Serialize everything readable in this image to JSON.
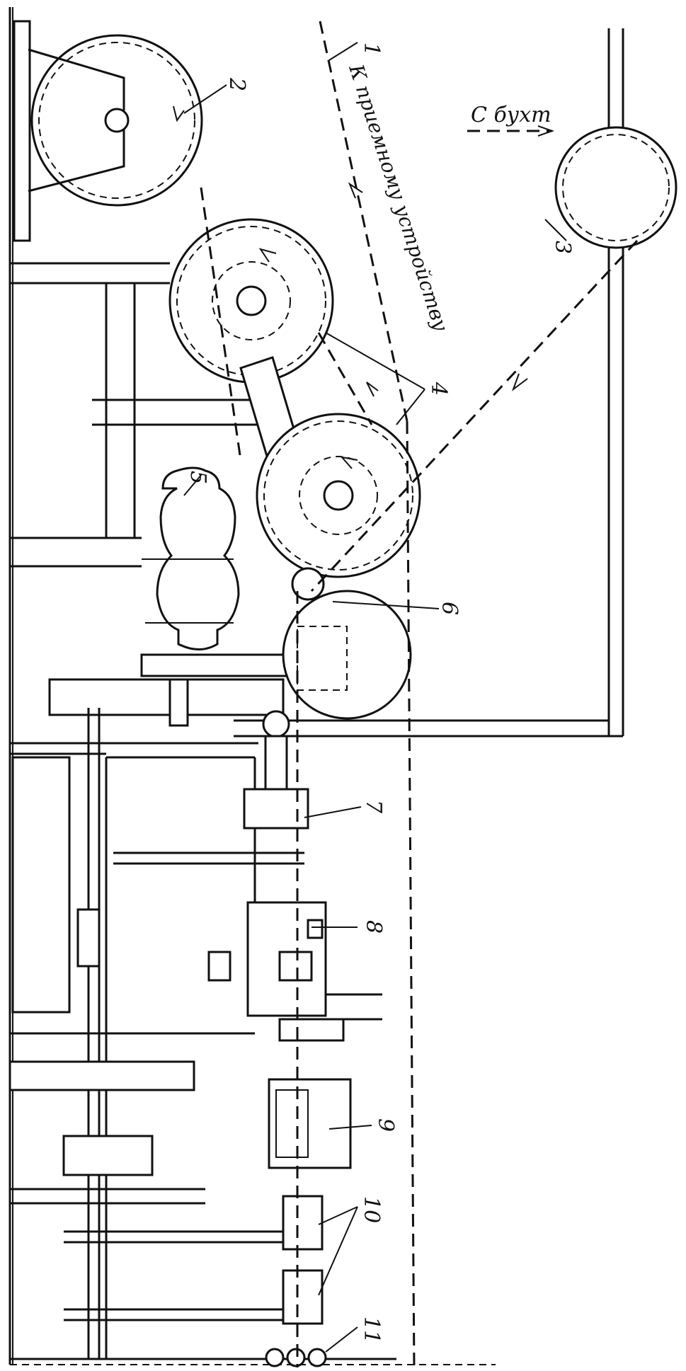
{
  "labels": {
    "n1": "1",
    "n2": "2",
    "n3": "3",
    "n4": "4",
    "n5": "5",
    "n6": "6",
    "n7": "7",
    "n8": "8",
    "n9": "9",
    "n10": "10",
    "n11": "11"
  },
  "annotations": {
    "to_receiver": "К приемному устройству",
    "from_coils": "С бухт"
  }
}
